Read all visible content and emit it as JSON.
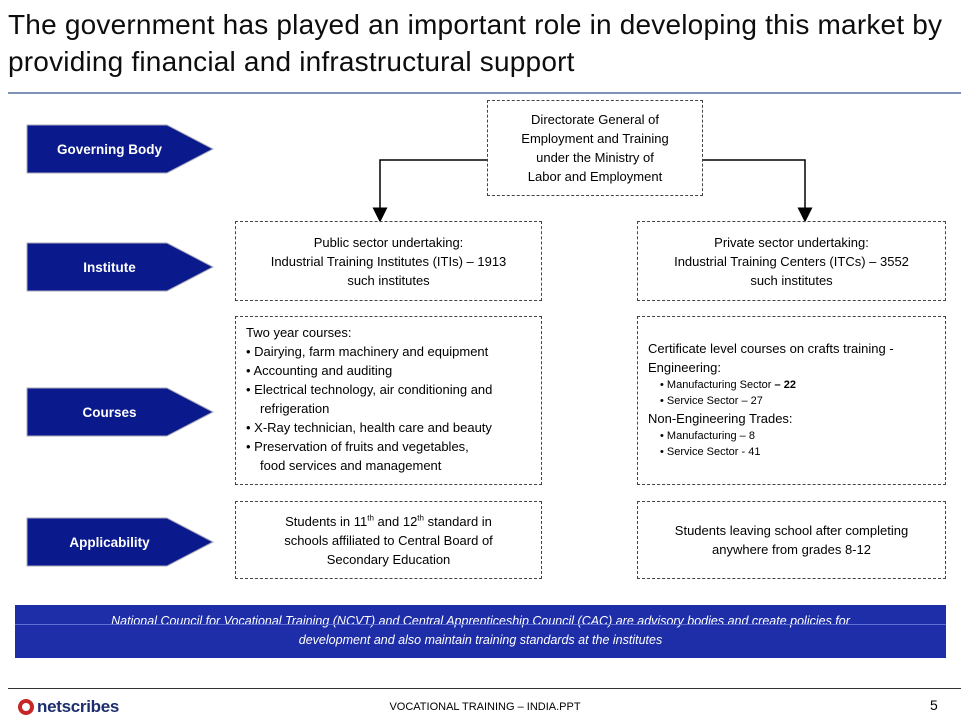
{
  "title": "The government has played an important role in developing this market by providing financial and infrastructural support",
  "rows": {
    "governing_body": "Governing Body",
    "institute": "Institute",
    "courses": "Courses",
    "applicability": "Applicability"
  },
  "dget": [
    "Directorate General of",
    "Employment and Training",
    "under the Ministry of",
    "Labor and Employment"
  ],
  "public_institute": [
    "Public sector undertaking:",
    "Industrial Training Institutes (ITIs) – 1913",
    "such  institutes"
  ],
  "private_institute": [
    "Private sector undertaking:",
    "Industrial Training Centers (ITCs) – 3552",
    "such  institutes"
  ],
  "public_courses": [
    "Two year courses:",
    "• Dairying, farm machinery and equipment",
    "• Accounting and auditing",
    "• Electrical technology, air conditioning and",
    "refrigeration",
    "• X-Ray technician, health care and beauty",
    "• Preservation of fruits and vegetables,",
    "food services and management"
  ],
  "private_courses": {
    "intro": [
      "Certificate level courses on crafts training  -",
      "Engineering:"
    ],
    "eng_manufacturing_label": "•  Manufacturing Sector ",
    "eng_manufacturing_value": "– 22",
    "eng_service": "•  Service Sector – 27",
    "non_eng": "Non-Engineering Trades:",
    "non_manufacturing": "•  Manufacturing – 8",
    "non_service": "•  Service Sector - 41"
  },
  "public_applicability": {
    "p1": "Students in 11",
    "sup1": "th",
    "p2": " and 12",
    "sup2": "th",
    "p3": " standard in",
    "line2": "schools affiliated to Central Board of",
    "line3": "Secondary Education"
  },
  "private_applicability": [
    "Students leaving school after completing",
    "anywhere from grades 8-12"
  ],
  "ncvt_note": [
    "National Council for Vocational Training (NCVT) and Central  Apprenticeship Council (CAC) are advisory bodies and create policies for",
    "development and also maintain training standards at the institutes"
  ],
  "footer": {
    "logo": "netscribes",
    "filename": "VOCATIONAL TRAINING – INDIA.PPT",
    "page": "5"
  },
  "colors": {
    "arrow_fill": "#0a1a8c",
    "banner": "#1e2ea8",
    "rule": "#7f93b8"
  }
}
